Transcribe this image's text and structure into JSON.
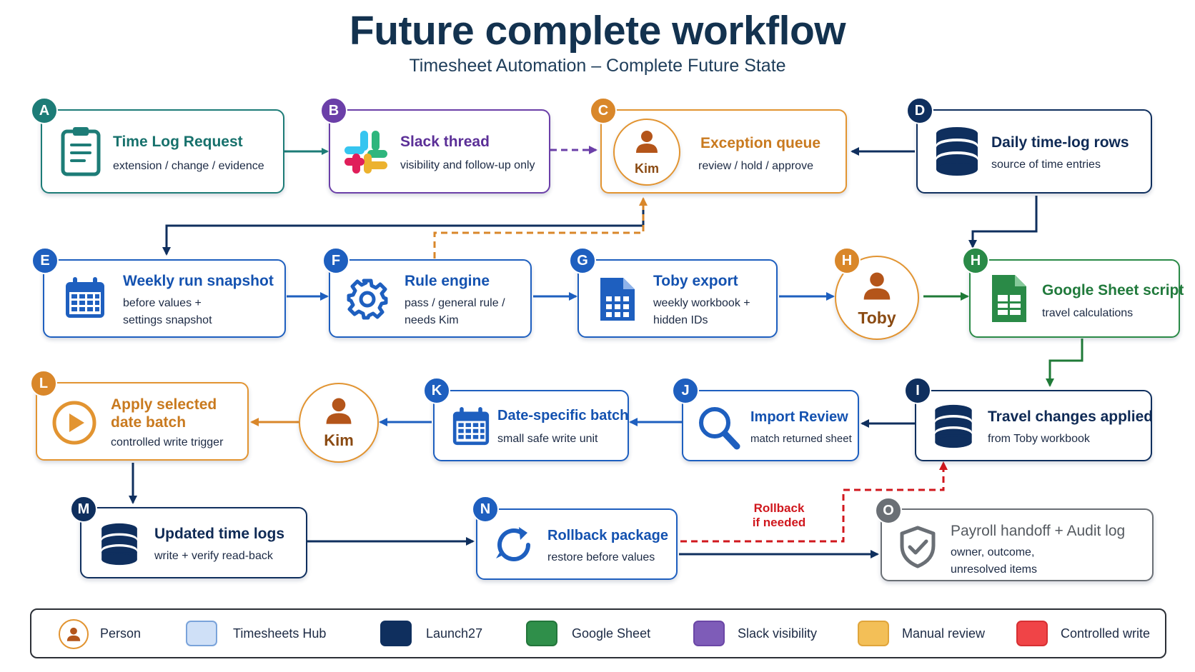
{
  "title": "Future complete workflow",
  "subtitle": "Timesheet Automation – Complete Future State",
  "nodes": {
    "A": {
      "badge": "A",
      "title": "Time Log Request",
      "sub1": "extension / change / evidence"
    },
    "B": {
      "badge": "B",
      "title": "Slack thread",
      "sub1": "visibility and follow-up only"
    },
    "C": {
      "badge": "C",
      "title": "Exception queue",
      "sub1": "review / hold / approve",
      "person": "Kim"
    },
    "D": {
      "badge": "D",
      "title": "Daily time-log rows",
      "sub1": "source of time entries"
    },
    "E": {
      "badge": "E",
      "title": "Weekly run snapshot",
      "sub1": "before values +",
      "sub2": "settings snapshot"
    },
    "F": {
      "badge": "F",
      "title": "Rule engine",
      "sub1": "pass / general rule /",
      "sub2": "needs Kim"
    },
    "G": {
      "badge": "G",
      "title": "Toby export",
      "sub1": "weekly workbook +",
      "sub2": "hidden IDs"
    },
    "H_person": {
      "badge": "H",
      "name": "Toby"
    },
    "H": {
      "badge": "H",
      "title": "Google Sheet script",
      "sub1": "travel calculations"
    },
    "I": {
      "badge": "I",
      "title": "Travel changes applied",
      "sub1": "from Toby workbook"
    },
    "J": {
      "badge": "J",
      "title": "Import Review",
      "sub1": "match returned sheet"
    },
    "K": {
      "badge": "K",
      "title": "Date-specific batch",
      "sub1": "small safe write unit"
    },
    "kim2": {
      "name": "Kim"
    },
    "L": {
      "badge": "L",
      "title1": "Apply selected",
      "title2": "date batch",
      "sub1": "controlled write trigger"
    },
    "M": {
      "badge": "M",
      "title": "Updated time logs",
      "sub1": "write + verify read-back"
    },
    "N": {
      "badge": "N",
      "title": "Rollback package",
      "sub1": "restore before values"
    },
    "O": {
      "badge": "O",
      "title": "Payroll handoff + Audit log",
      "sub1": "owner, outcome,",
      "sub2": "unresolved items"
    }
  },
  "rollback_label": {
    "line1": "Rollback",
    "line2": "if needed"
  },
  "legend": [
    {
      "label": "Person",
      "kind": "person"
    },
    {
      "label": "Timesheets Hub",
      "color": "#cfe0f7",
      "border": "#7aa3da"
    },
    {
      "label": "Launch27",
      "color": "#0f2f5e",
      "border": "#0f2f5e"
    },
    {
      "label": "Google Sheet",
      "color": "#2f8f4a",
      "border": "#23753b"
    },
    {
      "label": "Slack visibility",
      "color": "#7e5cb8",
      "border": "#6b47a6"
    },
    {
      "label": "Manual review",
      "color": "#f3bf57",
      "border": "#e0a53b"
    },
    {
      "label": "Controlled write",
      "color": "#f04447",
      "border": "#d63033"
    }
  ]
}
